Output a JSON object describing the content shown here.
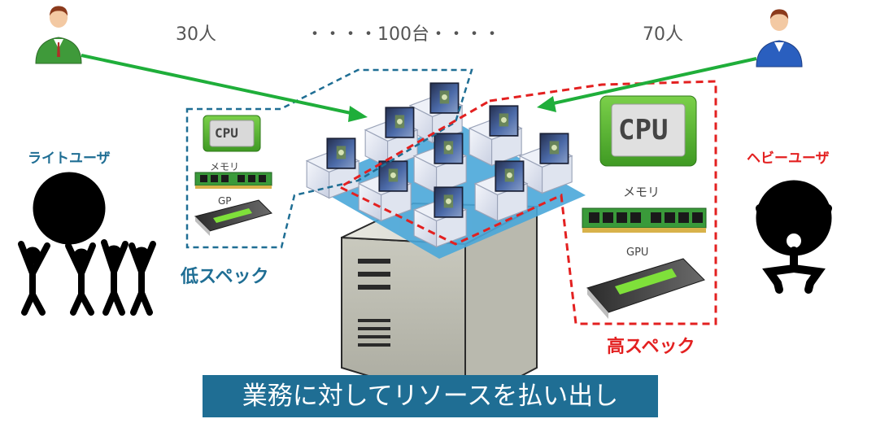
{
  "counts": {
    "light": "30人",
    "vms": "・・・・100台・・・・",
    "heavy": "70人"
  },
  "users": {
    "light_label": "ライトユーザ",
    "heavy_label": "ヘビーユーザ"
  },
  "specs": {
    "low": {
      "label": "低スペック",
      "cpu": "CPU",
      "memory": "メモリ",
      "gpu": "GP"
    },
    "high": {
      "label": "高スペック",
      "cpu": "CPU",
      "memory": "メモリ",
      "gpu": "GPU"
    }
  },
  "banner": "業務に対してリソースを払い出し",
  "colors": {
    "low": "#1f6e94",
    "high": "#e32020",
    "light_user": "#1f6e94",
    "heavy_user": "#e32020",
    "arrow": "#1fae3a",
    "banner": "#1f6e94"
  },
  "icons": {
    "light_avatar": "user-green-icon",
    "heavy_avatar": "user-blue-icon",
    "server": "server-tower-icon",
    "vm": "virtual-machine-icon",
    "cpu": "cpu-icon",
    "memory": "memory-module-icon",
    "gpu": "gpu-card-icon"
  }
}
